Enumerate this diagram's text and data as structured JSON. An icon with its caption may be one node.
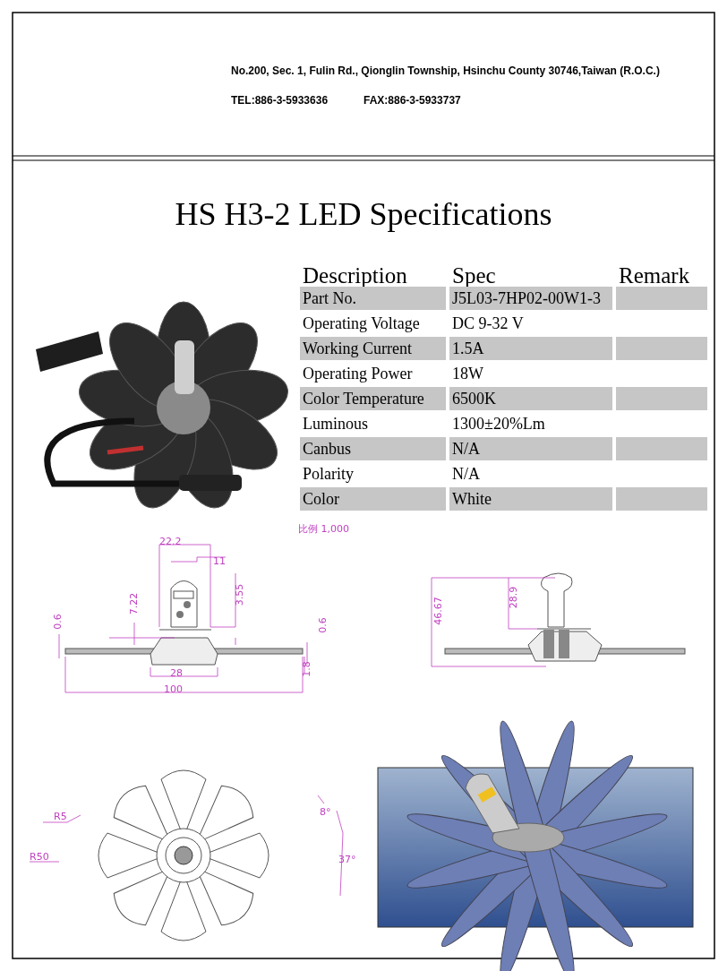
{
  "diagram": {
    "title": "HS H3-2 LED Specifications",
    "labels": [
      "No.200, Sec. 1, Fulin Rd., Qionglin Township, Hsinchu County 30746,Taiwan (R.O.C.)",
      "TEL:886-3-5933636",
      "FAX:886-3-5933737",
      "Description",
      "Spec",
      "Remark",
      "Part No.",
      "J5L03-7HP02-00W1-3",
      "Operating Voltage",
      "DC 9-32 V",
      "Working Current",
      "1.5A",
      "Operating Power",
      "18W",
      "Color Temperature",
      "6500K",
      "Luminous",
      "1300±20%Lm",
      "Canbus",
      "N/A",
      "Polarity",
      "N/A",
      "Color",
      "White",
      "比例 1,000",
      "22.2",
      "11",
      "7.22",
      "3.55",
      "0.6",
      "0.6",
      "28",
      "1.8",
      "100",
      "46.67",
      "28.9",
      "R5",
      "R50",
      "8°",
      "37°"
    ]
  }
}
